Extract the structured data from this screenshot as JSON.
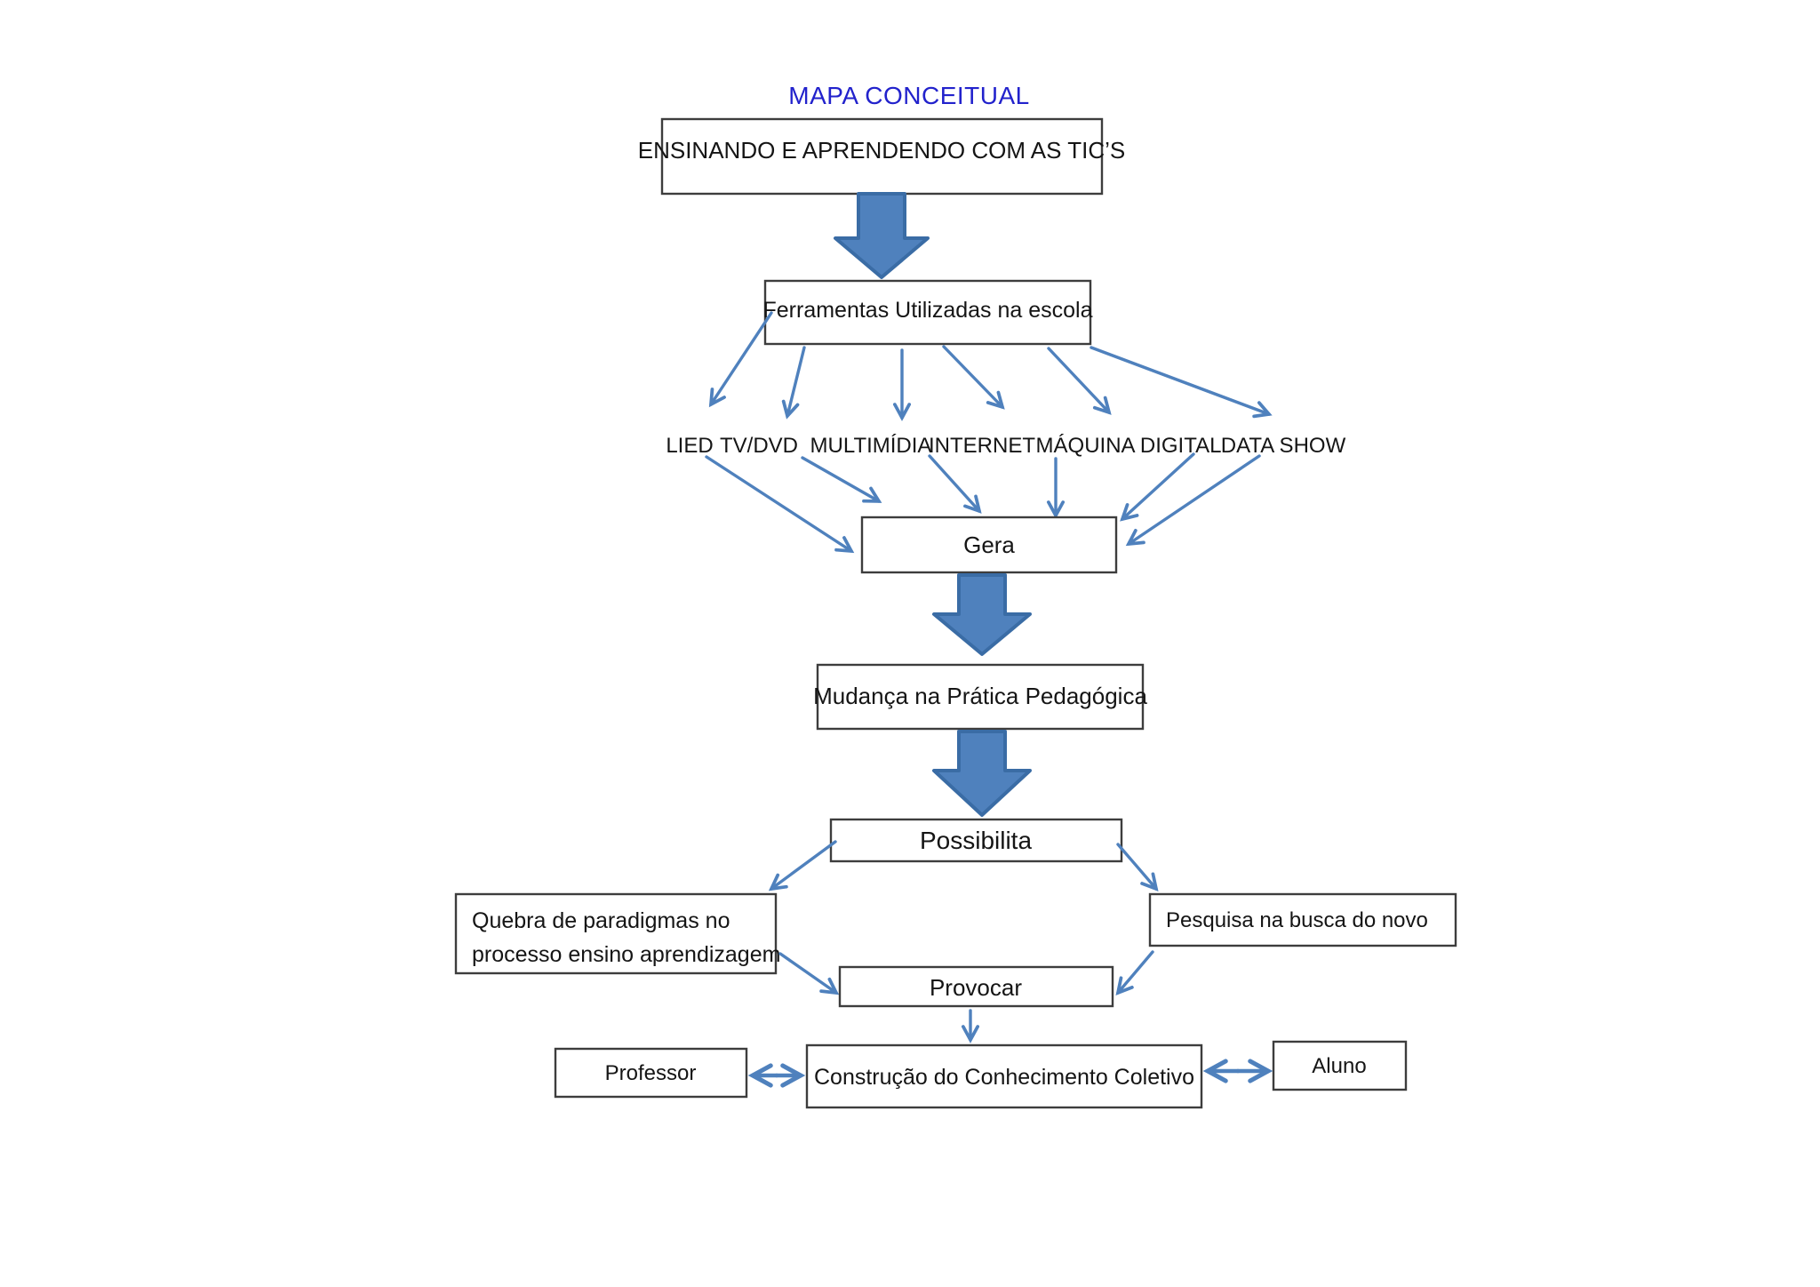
{
  "title": {
    "text": "MAPA CONCEITUAL"
  },
  "colors": {
    "accent_blue": "#4f81bd",
    "block_arrow_fill": "#4f81bd",
    "block_arrow_border": "#3a6ca5",
    "title_color": "#2222cc",
    "box_border": "#3d3d3d",
    "text_color": "#151515",
    "background": "#ffffff"
  },
  "nodes": {
    "main_topic": {
      "label": "ENSINANDO E APRENDENDO COM AS TIC’S"
    },
    "ferramentas": {
      "label": "Ferramentas Utilizadas na escola"
    },
    "tools": [
      "LIED",
      "TV/DVD",
      "MULTIMÍDIA",
      "INTERNET",
      "MÁQUINA DIGITAL",
      "DATA SHOW"
    ],
    "gera": {
      "label": "Gera"
    },
    "mudanca": {
      "label": "Mudança na Prática Pedagógica"
    },
    "possibilita": {
      "label": "Possibilita"
    },
    "quebra": {
      "lines": [
        "Quebra de paradigmas no",
        "processo ensino aprendizagem"
      ]
    },
    "pesquisa": {
      "label": "Pesquisa na busca do novo"
    },
    "provocar": {
      "label": "Provocar"
    },
    "professor": {
      "label": "Professor"
    },
    "construcao": {
      "label": "Construção do Conhecimento Coletivo"
    },
    "aluno": {
      "label": "Aluno"
    }
  }
}
